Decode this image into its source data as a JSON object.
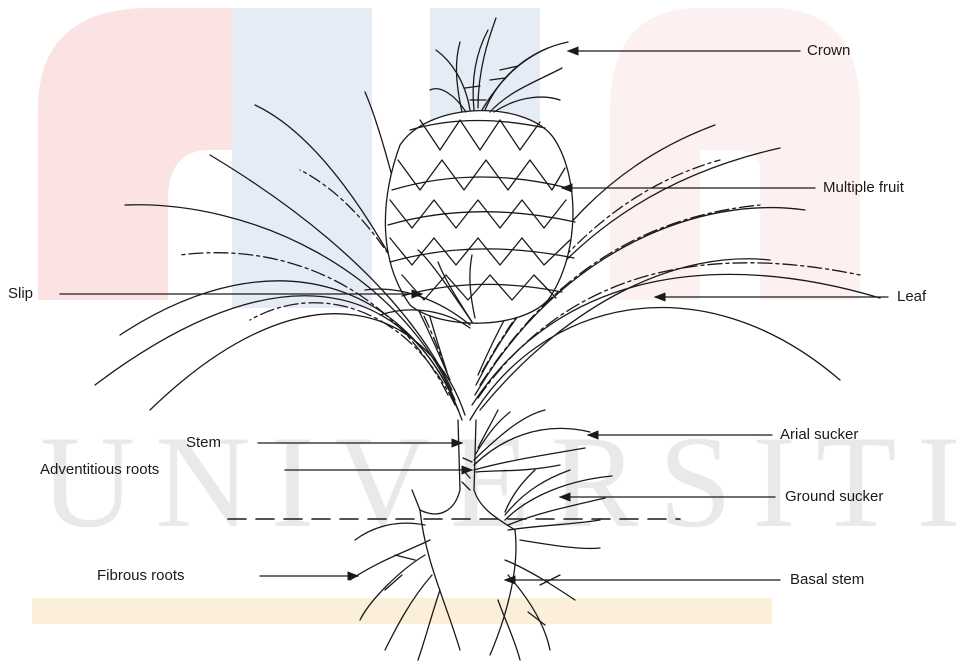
{
  "labels": {
    "crown": "Crown",
    "multiple_fruit": "Multiple fruit",
    "slip": "Slip",
    "leaf": "Leaf",
    "stem": "Stem",
    "adventitious_roots": "Adventitious roots",
    "arial_sucker": "Arial sucker",
    "ground_sucker": "Ground sucker",
    "fibrous_roots": "Fibrous roots",
    "basal_stem": "Basal stem"
  },
  "watermark": {
    "text": "UNIVERSITI"
  },
  "colors": {
    "watermark_red": "#fbe3e3",
    "watermark_blue": "#e6ecf6",
    "watermark_gold": "#fcefd9",
    "ink": "#1a1a1a"
  }
}
